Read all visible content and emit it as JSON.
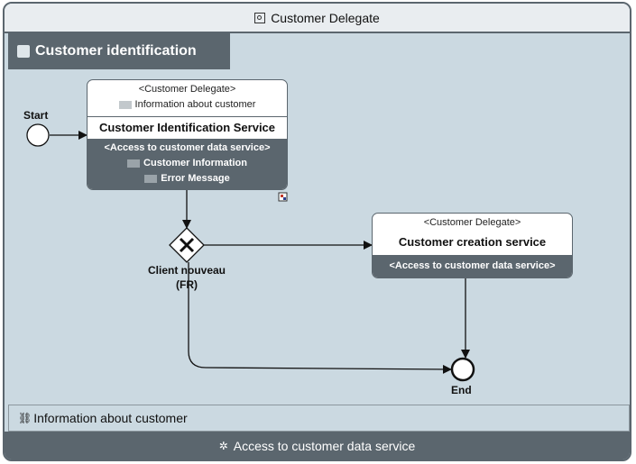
{
  "pool": {
    "title": "Customer Delegate",
    "section_title": "Customer identification",
    "info_label": "Information about customer",
    "footer_label": "Access to customer data service"
  },
  "start": {
    "label": "Start"
  },
  "end": {
    "label": "End"
  },
  "gateway": {
    "label_line1": "Client nouveau",
    "label_line2": "(FR)"
  },
  "task1": {
    "stereotype": "<Customer Delegate>",
    "input": "Information about customer",
    "name": "Customer Identification Service",
    "access": "<Access to customer data service>",
    "output1": "Customer Information",
    "output2": "Error Message"
  },
  "task2": {
    "stereotype": "<Customer Delegate>",
    "name": "Customer creation service",
    "access": "<Access to customer data service>"
  },
  "icons": [
    "pool-icon",
    "section-icon",
    "envelope-icon",
    "gateway-x-icon",
    "data-flow-icon",
    "service-icon",
    "link-icon"
  ]
}
